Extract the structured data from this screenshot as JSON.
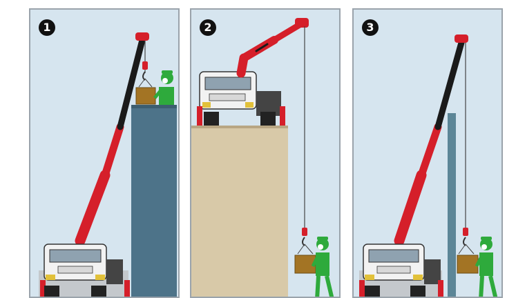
{
  "steps": [
    {
      "number": "1"
    },
    {
      "number": "2"
    },
    {
      "number": "3"
    }
  ],
  "colors": {
    "sky": "#d6e5ef",
    "boom_red": "#d51f2a",
    "boom_black": "#1a1a1a",
    "tall_pillar": "#4d7389",
    "platform_block": "#d8c9a8",
    "pole": "#5c8697",
    "worker_green": "#2eaa3c",
    "cargo_box": "#a37424",
    "truck_white": "#f2f2f2"
  },
  "icons": [
    "crane-truck-icon",
    "worker-icon",
    "cargo-box-icon",
    "hook-icon"
  ]
}
